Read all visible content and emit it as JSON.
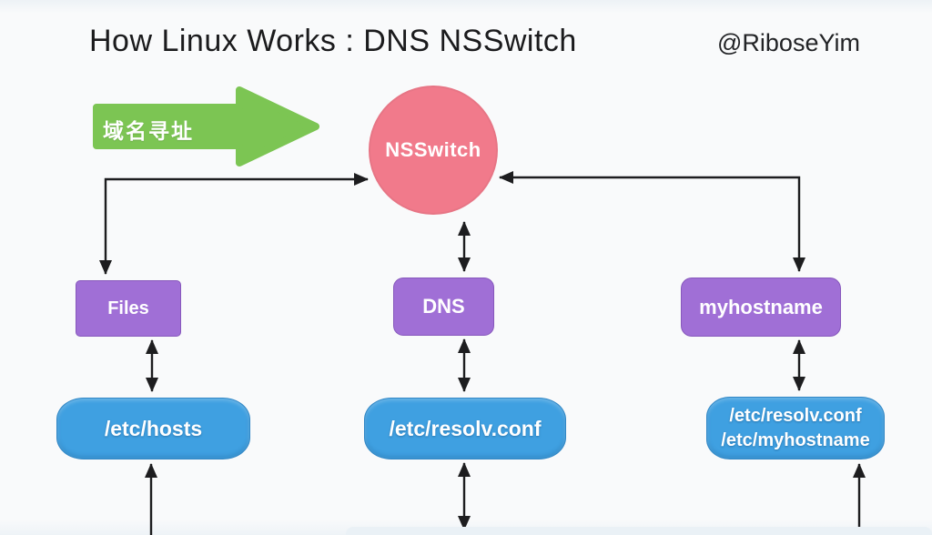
{
  "page": {
    "title": "How Linux Works : DNS NSSwitch",
    "credit": "@RiboseYim",
    "background_color": "#f9fafb",
    "line_color": "#1d1d1f"
  },
  "banner": {
    "label": "域名寻址",
    "arrow_color": "#7cc553",
    "text_color": "#ffffff"
  },
  "diagram": {
    "root": {
      "label": "NSSwitch",
      "color": "#f17a8b"
    },
    "service_nodes": {
      "color": "#a06fd6",
      "items": [
        {
          "label": "Files"
        },
        {
          "label": "DNS"
        },
        {
          "label": "myhostname"
        }
      ]
    },
    "file_nodes": {
      "color": "#3fa0e1",
      "items": [
        {
          "lines": [
            "/etc/hosts"
          ]
        },
        {
          "lines": [
            "/etc/resolv.conf"
          ]
        },
        {
          "lines": [
            "/etc/resolv.conf",
            "/etc/myhostname"
          ]
        }
      ]
    },
    "connections": [
      "NSSwitch <-> Files",
      "NSSwitch <-> DNS",
      "NSSwitch <-> myhostname",
      "Files <-> /etc/hosts",
      "DNS <-> /etc/resolv.conf",
      "myhostname <-> /etc/resolv.conf /etc/myhostname",
      "/etc/hosts <-> (below, cut off)",
      "/etc/resolv.conf <-> (below, cut off)",
      "/etc/resolv.conf /etc/myhostname <-> (below, cut off)"
    ]
  }
}
